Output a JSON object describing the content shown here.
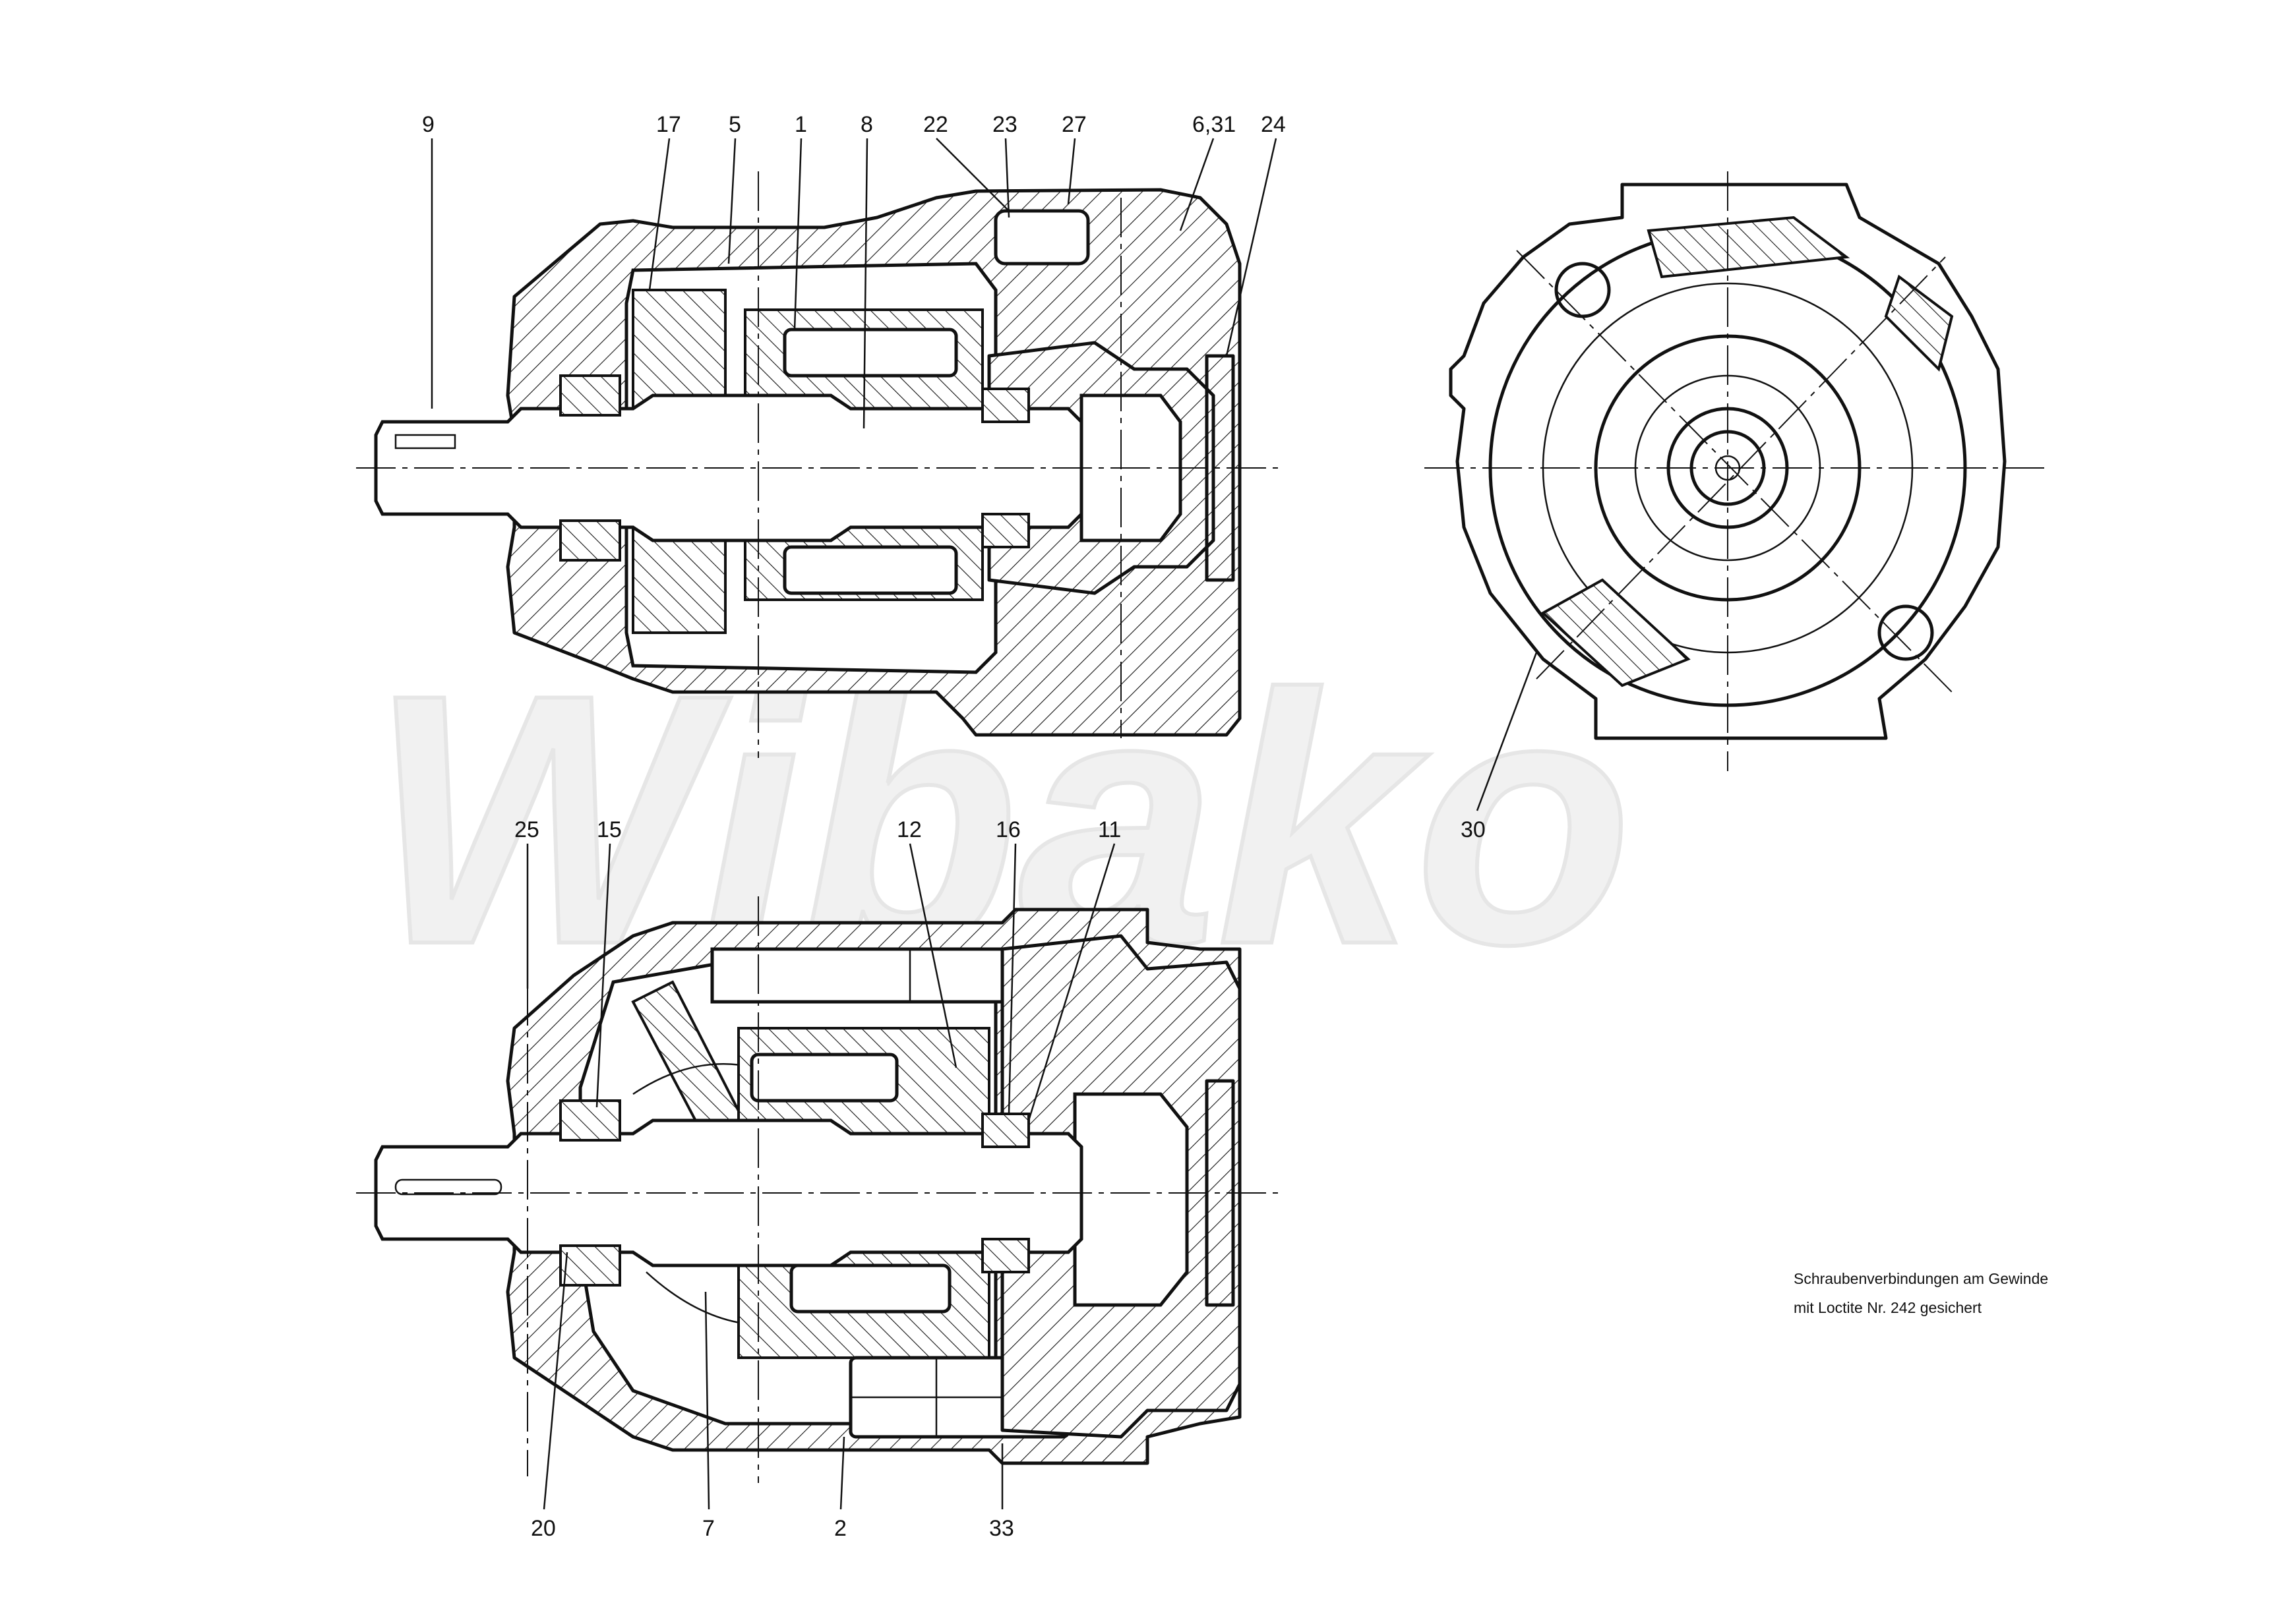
{
  "watermark": "Wibako",
  "callouts": {
    "c9": "9",
    "c17": "17",
    "c5": "5",
    "c1": "1",
    "c8": "8",
    "c22": "22",
    "c23": "23",
    "c27": "27",
    "c631": "6,31",
    "c24": "24",
    "c30": "30",
    "c25": "25",
    "c15": "15",
    "c12": "12",
    "c16": "16",
    "c11": "11",
    "c20": "20",
    "c7": "7",
    "c2": "2",
    "c33": "33"
  },
  "note": {
    "line1": "Schraubenverbindungen am Gewinde",
    "line2": "mit Loctite Nr. 242 gesichert"
  }
}
